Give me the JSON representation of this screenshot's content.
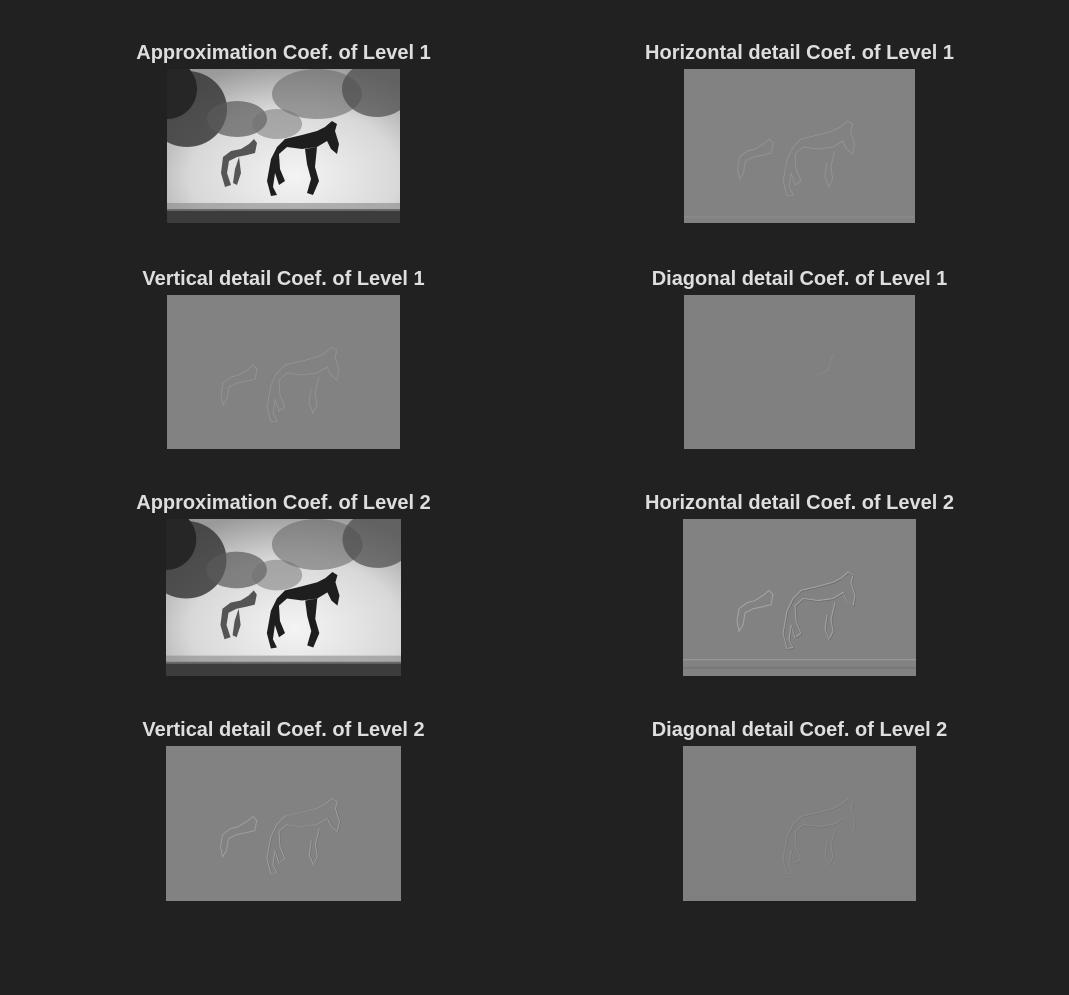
{
  "figure": {
    "panels": [
      {
        "title": "Approximation Coef. of Level 1",
        "kind": "approximation"
      },
      {
        "title": "Horizontal detail Coef. of Level 1",
        "kind": "horizontal-detail"
      },
      {
        "title": "Vertical detail Coef. of Level 1",
        "kind": "vertical-detail"
      },
      {
        "title": "Diagonal detail Coef. of Level 1",
        "kind": "diagonal-detail"
      },
      {
        "title": "Approximation Coef. of Level 2",
        "kind": "approximation"
      },
      {
        "title": "Horizontal detail Coef. of Level 2",
        "kind": "horizontal-detail"
      },
      {
        "title": "Vertical detail Coef. of Level 2",
        "kind": "vertical-detail"
      },
      {
        "title": "Diagonal detail Coef. of Level 2",
        "kind": "diagonal-detail"
      }
    ]
  },
  "colors": {
    "background": "#212121",
    "title": "#dedede",
    "detail_gray": "#828282"
  }
}
